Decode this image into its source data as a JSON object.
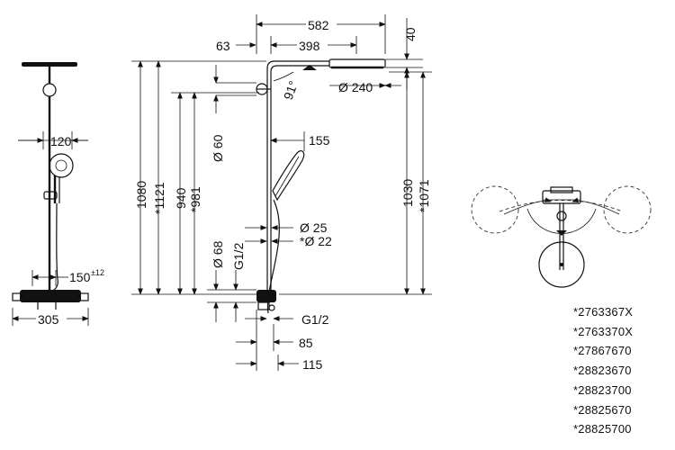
{
  "front_view": {
    "dims": {
      "head_width": "120",
      "outlet_offset": "150",
      "outlet_tolerance": "±12",
      "mixer_width": "305"
    }
  },
  "side_view": {
    "dims": {
      "total_reach": "582",
      "arm_reach": "398",
      "wall_offset": "63",
      "head_thickness": "40",
      "head_diameter": "Ø 240",
      "arm_angle": "91°",
      "holder_diameter": "Ø 60",
      "handshower_offset": "155",
      "bar_diameter_a": "Ø 25",
      "bar_diameter_b": "*Ø 22",
      "bracket_diameter": "Ø 68",
      "thread_a": "G1/2",
      "thread_b": "G1/2",
      "wall_to_axis": "85",
      "wall_to_front": "115",
      "height_1080": "1080",
      "height_1121": "*1121",
      "height_940": "940",
      "height_981": "*981",
      "height_1030": "1030",
      "height_1071": "*1071"
    }
  },
  "article_numbers": [
    "*2763367X",
    "*2763370X",
    "*27867670",
    "*28823670",
    "*28823700",
    "*28825670",
    "*28825700"
  ]
}
